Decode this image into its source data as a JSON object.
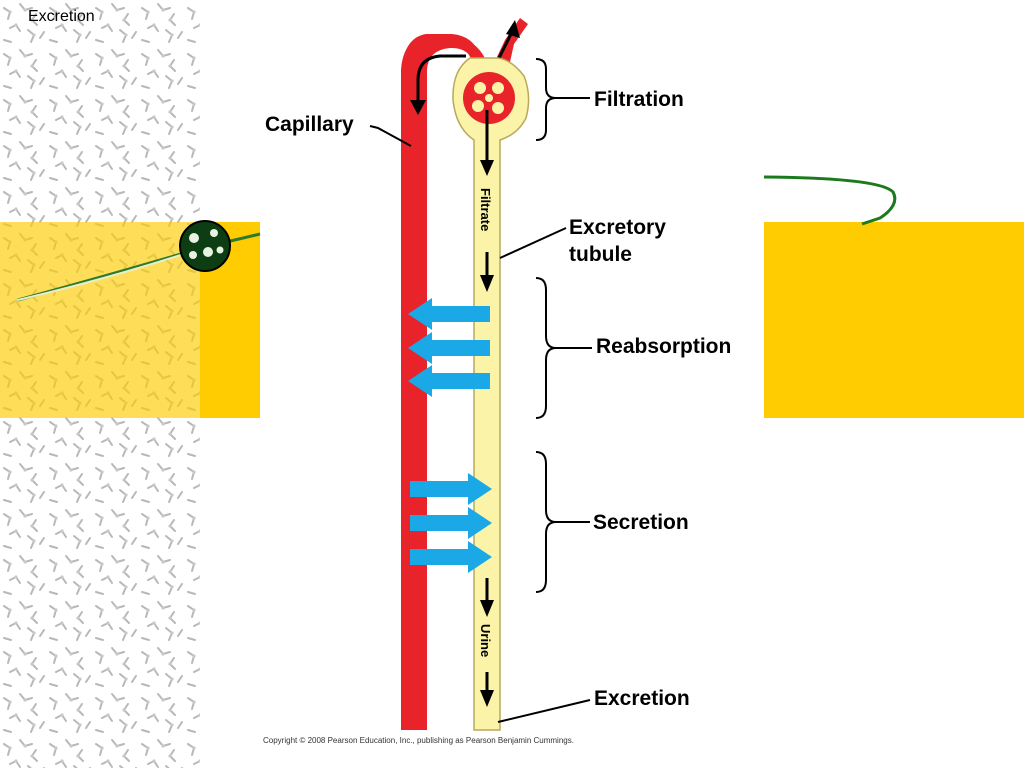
{
  "slide": {
    "title": "Excretion",
    "copyright": "Copyright © 2008 Pearson Education, Inc., publishing as Pearson Benjamin Cummings."
  },
  "diagram": {
    "labels": {
      "capillary": "Capillary",
      "filtration": "Filtration",
      "excretory_tubule_line1": "Excretory",
      "excretory_tubule_line2": "tubule",
      "reabsorption": "Reabsorption",
      "secretion": "Secretion",
      "excretion": "Excretion",
      "filtrate": "Filtrate",
      "urine": "Urine"
    }
  },
  "colors": {
    "capillary": "#e8242a",
    "tubule": "#fbf3a8",
    "arrow_blue": "#1aa8e6",
    "banner_yellow": "#fecc00",
    "pattern_gray": "#b8b8b8",
    "accent_green": "#1b7a1b"
  }
}
